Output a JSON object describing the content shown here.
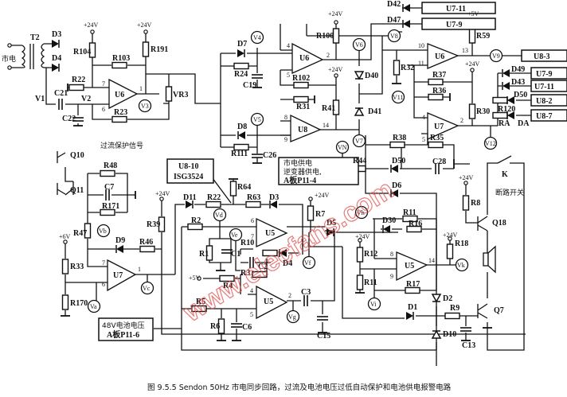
{
  "caption": "图 9.5.5  Sendon 50Hz 市电同步回路，过流及电池电压过低自动保护和电池供电报警电路",
  "watermark": "www.elecfans.com",
  "supplies": {
    "p24": "+24V",
    "p5": "+5V",
    "p6": "+6V"
  },
  "boxes": {
    "u7_11": "U7-11",
    "u7_9": "U7-9",
    "u8_3": "U8-3",
    "u7_9b": "U7-9",
    "u7_11b": "U7-11",
    "u8_2": "U8-2",
    "u8_7": "U8-7",
    "mains_line1": "市电供电",
    "mains_line2": "逆变器供电,",
    "mains_line3": "A板P11-4",
    "u8_10_line1": "U8-10",
    "u8_10_line2": "ISG3524",
    "batt_line1": "48V电池电压",
    "batt_line2": "A板P11-6"
  },
  "labels": {
    "mains": "市电",
    "T2": "T2",
    "D3": "D3",
    "D4": "D4",
    "V1": "V1",
    "V2": "V2",
    "C21": "C21",
    "C22": "C22",
    "R22": "R22",
    "R104": "R104",
    "R191": "R191",
    "R103": "R103",
    "R23": "R23",
    "U6a": "U6",
    "V3": "V3",
    "VR3": "VR3",
    "D7": "D7",
    "V4": "V4",
    "R24": "R24",
    "C19": "C19",
    "U6b": "U6",
    "D8": "D8",
    "V5": "V5",
    "R111": "R111",
    "C26": "C26",
    "R102": "R102",
    "R31": "R31",
    "R41": "R41",
    "U8": "U8",
    "R100": "R100",
    "V6": "V6",
    "D40": "D40",
    "D41": "D41",
    "V7": "V7",
    "D42": "D42",
    "D47": "D47",
    "V8": "V8",
    "R32": "R32",
    "U6c": "U6",
    "R59": "R59",
    "V9": "V9",
    "R37": "R37",
    "R36": "R36",
    "V11": "V11",
    "R30": "R30",
    "U7a": "U7",
    "V12": "V12",
    "D49": "D49",
    "D43": "D43",
    "D50": "D50",
    "Da": "DA",
    "R120": "R120",
    "Ra": "RA",
    "VN": "VN",
    "R44": "R44",
    "R38": "R38",
    "R35": "R35",
    "D39": "D50",
    "C28": "C28",
    "D6": "D6",
    "K": "K",
    "switch": "断路开关",
    "R8": "R8",
    "Q18": "Q18",
    "Q7": "Q7",
    "Q10": "Q10",
    "Q11": "Q11",
    "overcurrent": "过流保护信号",
    "R48": "R48",
    "C7": "C7",
    "R171": "R171",
    "R47": "R47",
    "Vb": "Vb",
    "D9": "D9",
    "R46": "R46",
    "R33": "R33",
    "R170": "R170",
    "U7b": "U7",
    "Vc": "Vc",
    "Va": "Va",
    "R39": "R39",
    "D11": "D11",
    "R22b": "R22",
    "R64": "R64",
    "R63": "R63",
    "D12": "D3",
    "U5a": "U5",
    "R2": "R2",
    "Vd": "Vd",
    "R1": "R1",
    "C1": "C1",
    "Ve": "Ve",
    "R10": "R10",
    "D4b": "D4",
    "C2": "C2",
    "R3": "R3",
    "R4": "R4",
    "U5b": "U5",
    "R5": "R5",
    "R6": "R6",
    "C6": "C6",
    "C3": "C3",
    "Vg": "Vg",
    "C15": "C15",
    "R7": "R7",
    "D5": "D5",
    "Vf": "Vf",
    "Vh": "Vh",
    "D30": "D30",
    "R11": "R11",
    "R16": "R16",
    "R12": "R12",
    "R11b": "R11",
    "U5c": "U5",
    "R18": "R18",
    "Vk": "Vk",
    "R17": "R17",
    "Vi": "Vi",
    "D2": "D2",
    "D1": "D1",
    "R9": "R9",
    "D10": "D10",
    "C13": "C13"
  },
  "pins": {
    "p7": "7",
    "p6": "6",
    "p1": "1",
    "p4": "4",
    "p5": "5",
    "p2": "2",
    "p8": "8",
    "p9": "9",
    "p14": "14",
    "p10": "10",
    "p11": "11",
    "p13": "13"
  }
}
